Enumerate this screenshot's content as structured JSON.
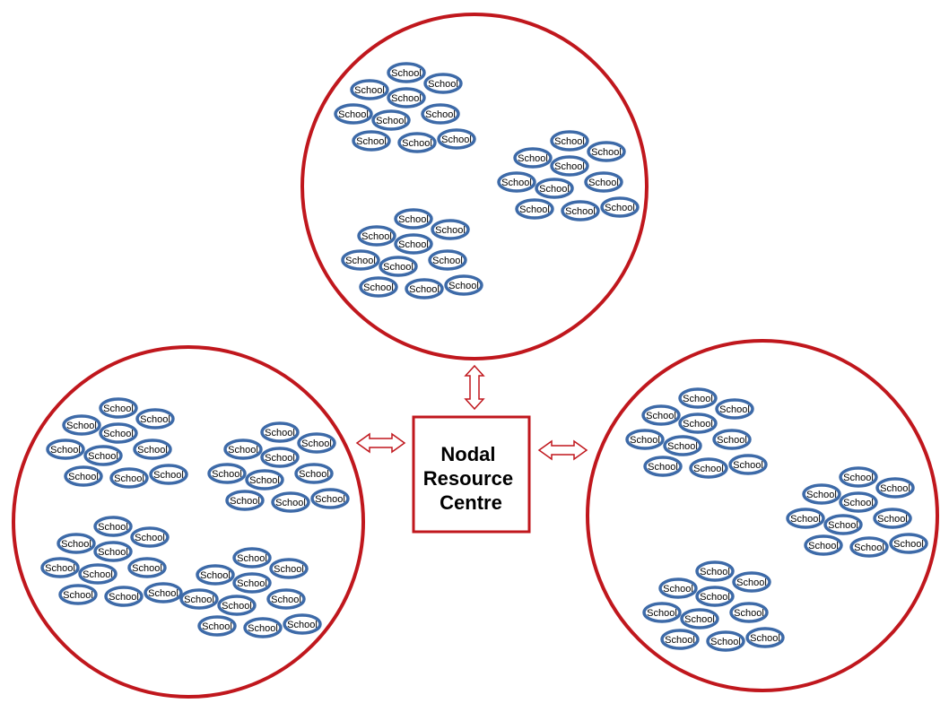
{
  "centre": {
    "lines": [
      "Nodal",
      "Resource",
      "Centre"
    ]
  },
  "school_label": "School",
  "colors": {
    "circle": "#c0171d",
    "arrow": "#c0171d",
    "school_stroke": "#3d6aa8",
    "school_fill": "#ffffff",
    "box_stroke": "#c0171d"
  },
  "clusters": {
    "top_circle": 3,
    "left_circle": 4,
    "right_circle": 3,
    "schools_per_cluster": 10
  }
}
